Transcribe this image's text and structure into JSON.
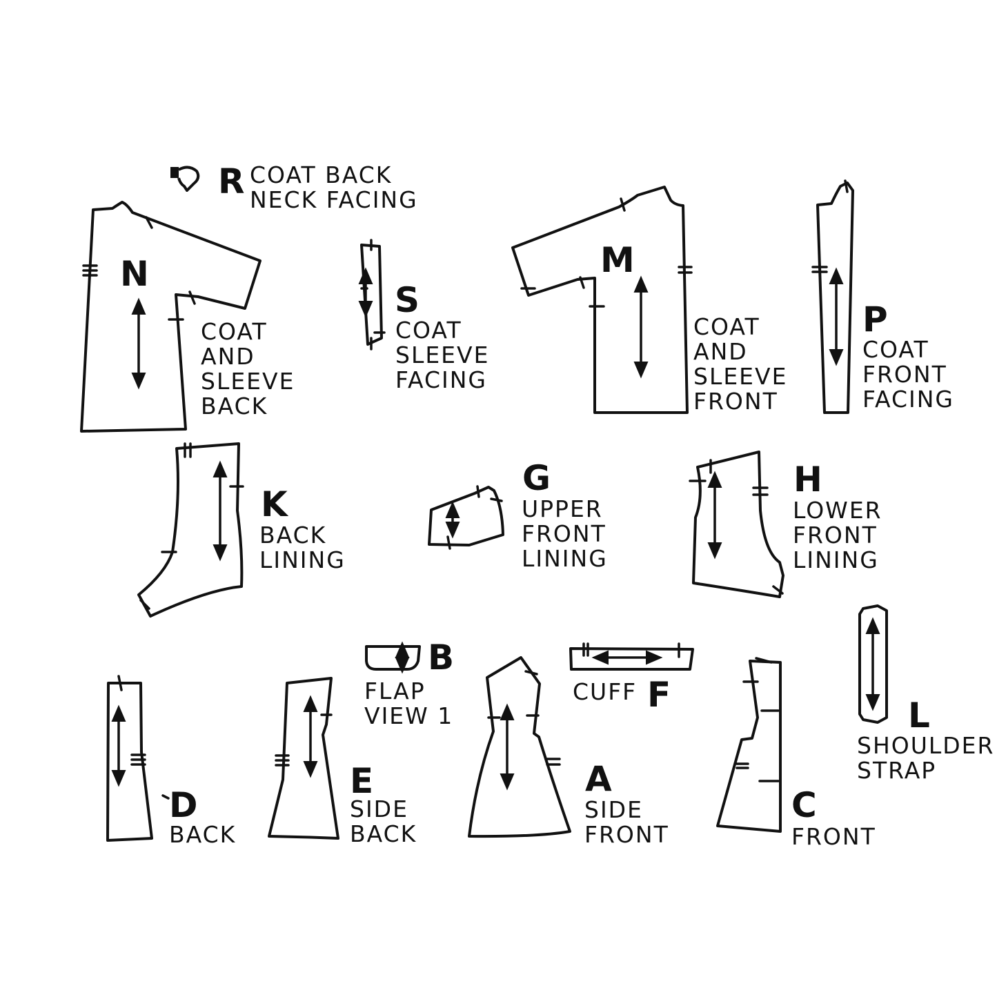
{
  "diagram": {
    "type": "sewing-pattern-piece-layout",
    "colors": {
      "ink": "#111111",
      "background": "#ffffff"
    },
    "pieces": [
      {
        "id": "R",
        "letter": "R",
        "lines": [
          "COAT BACK",
          "NECK FACING"
        ],
        "icon": "neck-facing-shape-icon"
      },
      {
        "id": "N",
        "letter": "N",
        "lines": [
          "COAT",
          "AND",
          "SLEEVE",
          "BACK"
        ]
      },
      {
        "id": "S",
        "letter": "S",
        "lines": [
          "COAT",
          "SLEEVE",
          "FACING"
        ]
      },
      {
        "id": "M",
        "letter": "M",
        "lines": [
          "COAT",
          "AND",
          "SLEEVE",
          "FRONT"
        ]
      },
      {
        "id": "P",
        "letter": "P",
        "lines": [
          "COAT",
          "FRONT",
          "FACING"
        ]
      },
      {
        "id": "K",
        "letter": "K",
        "lines": [
          "BACK",
          "LINING"
        ]
      },
      {
        "id": "G",
        "letter": "G",
        "lines": [
          "UPPER",
          "FRONT",
          "LINING"
        ]
      },
      {
        "id": "H",
        "letter": "H",
        "lines": [
          "LOWER",
          "FRONT",
          "LINING"
        ]
      },
      {
        "id": "L",
        "letter": "L",
        "lines": [
          "SHOULDER",
          "STRAP"
        ]
      },
      {
        "id": "B",
        "letter": "B",
        "lines": [
          "FLAP",
          "VIEW 1"
        ]
      },
      {
        "id": "F",
        "letter": "F",
        "lines": [
          "CUFF"
        ]
      },
      {
        "id": "D",
        "letter": "D",
        "lines": [
          "BACK"
        ]
      },
      {
        "id": "E",
        "letter": "E",
        "lines": [
          "SIDE",
          "BACK"
        ]
      },
      {
        "id": "A",
        "letter": "A",
        "lines": [
          "SIDE",
          "FRONT"
        ]
      },
      {
        "id": "C",
        "letter": "C",
        "lines": [
          "FRONT"
        ]
      }
    ]
  }
}
